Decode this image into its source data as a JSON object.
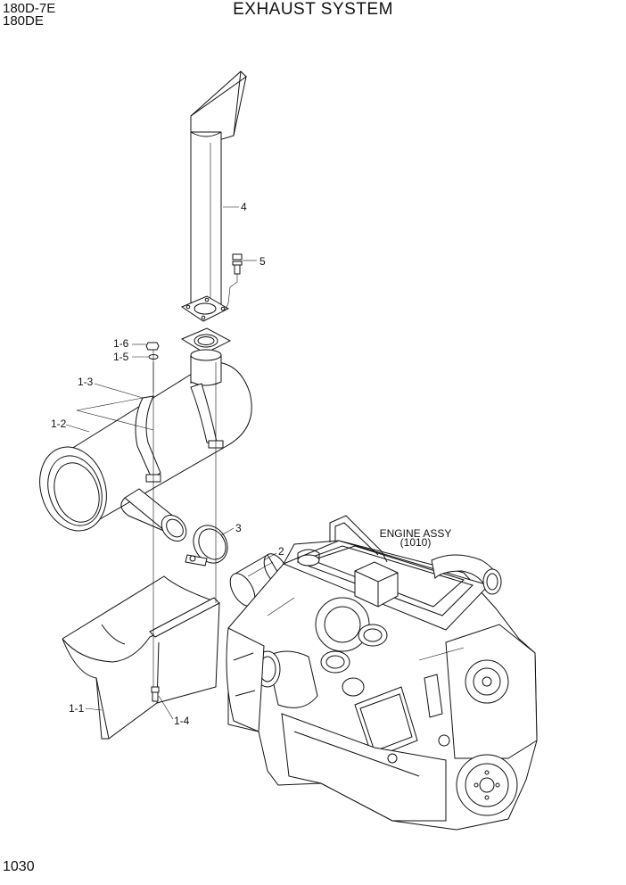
{
  "header": {
    "model_1": "180D-7E",
    "model_2": "180DE",
    "title": "EXHAUST SYSTEM"
  },
  "footer": {
    "page_number": "1030"
  },
  "callouts": {
    "part_4": "4",
    "part_5": "5",
    "part_1_6": "1-6",
    "part_1_5": "1-5",
    "part_1_3": "1-3",
    "part_1_2": "1-2",
    "part_3": "3",
    "part_2": "2",
    "part_1_1": "1-1",
    "part_1_4": "1-4",
    "engine_assy": "ENGINE ASSY",
    "engine_code": "(1010)"
  }
}
